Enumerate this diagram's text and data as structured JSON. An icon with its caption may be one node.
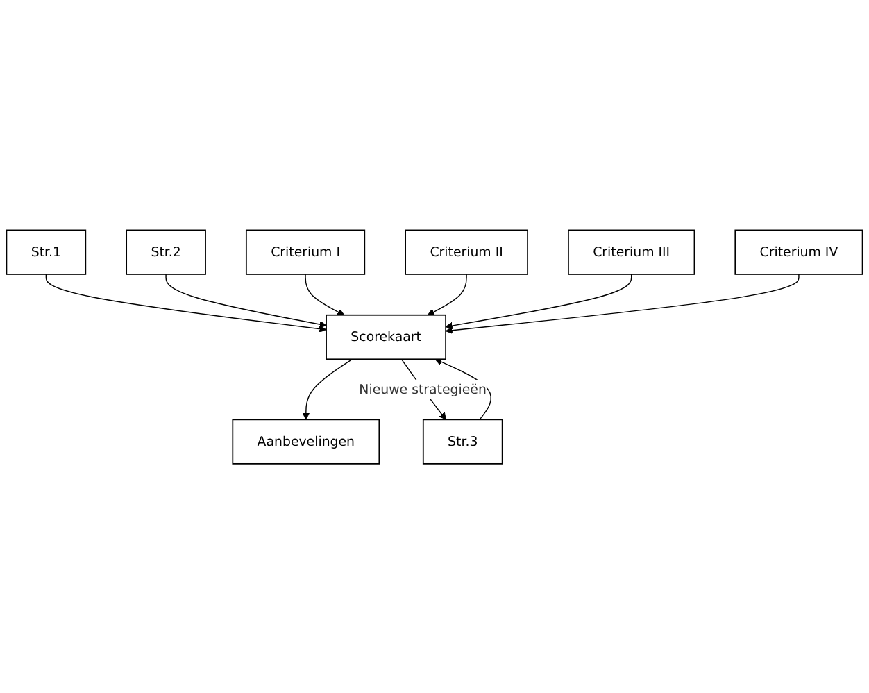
{
  "diagram": {
    "nodes": [
      {
        "text": [
          "Str.1"
        ]
      },
      {
        "text": [
          "Str.2"
        ]
      },
      {
        "text": [
          "Str.3"
        ]
      },
      {
        "text": [
          "Criterium I"
        ]
      },
      {
        "text": [
          "Criterium II"
        ]
      },
      {
        "text": [
          "Criterium III"
        ]
      },
      {
        "text": [
          "Criterium IV"
        ]
      },
      {
        "text": [
          "Scorekaart"
        ]
      },
      {
        "text": [
          "Aanbevelingen"
        ]
      }
    ],
    "edges": [
      {
        "from": 0,
        "to": 7,
        "arrow": "to"
      },
      {
        "from": 1,
        "to": 7,
        "arrow": "to"
      },
      {
        "from": 2,
        "to": 7,
        "arrow": "to"
      },
      {
        "from": 3,
        "to": 7,
        "arrow": "to"
      },
      {
        "from": 4,
        "to": 7,
        "arrow": "to"
      },
      {
        "from": 5,
        "to": 7,
        "arrow": "to"
      },
      {
        "from": 6,
        "to": 7,
        "arrow": "to"
      },
      {
        "from": 7,
        "to": 8,
        "arrow": "to"
      },
      {
        "from": 7,
        "to": 2,
        "arrow": "to",
        "label": "Nieuwe strategieën"
      }
    ]
  }
}
